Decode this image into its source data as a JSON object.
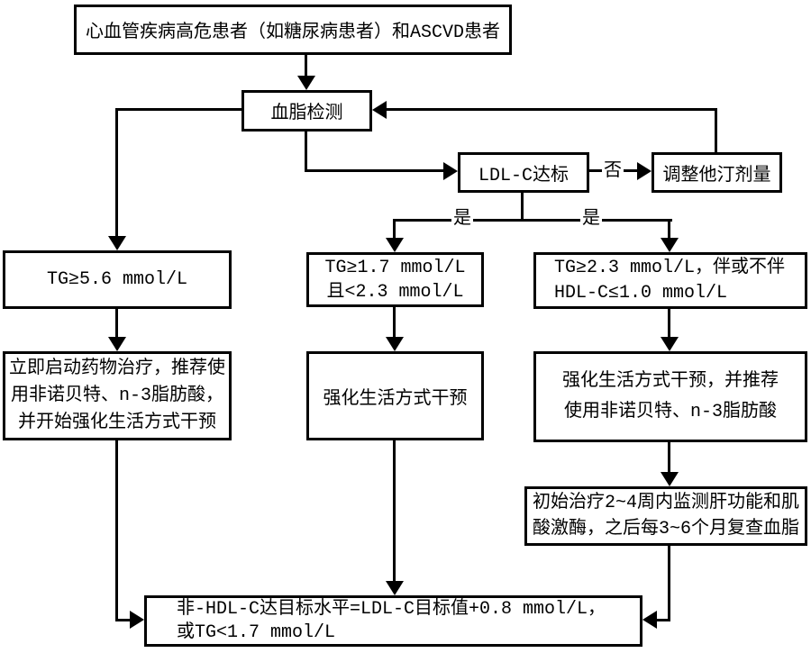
{
  "flowchart": {
    "nodes": {
      "high_risk": "心血管疾病高危患者（如糖尿病患者）和ASCVD患者",
      "lipid_test": "血脂检测",
      "ldl_c_target": "LDL-C达标",
      "adjust_statin": "调整他汀剂量",
      "tg_ge_5_6": "TG≥5.6 mmol/L",
      "tg_1_7_to_2_3": [
        "TG≥1.7 mmol/L",
        "且<2.3 mmol/L"
      ],
      "tg_ge_2_3": [
        "TG≥2.3 mmol/L，伴或不伴",
        "HDL-C≤1.0 mmol/L"
      ],
      "start_drug_therapy": [
        "立即启动药物治疗，推荐使",
        "用非诺贝特、n-3脂肪酸，",
        "并开始强化生活方式干预"
      ],
      "lifestyle_intervention": "强化生活方式干预",
      "lifestyle_plus_drug": [
        "强化生活方式干预，并推荐",
        "使用非诺贝特、n-3脂肪酸"
      ],
      "monitoring": [
        "初始治疗2~4周内监测肝功能和肌",
        "酸激酶，之后每3~6个月复查血脂"
      ],
      "non_hdl_goal": [
        "非-HDL-C达目标水平=LDL-C目标值+0.8 mmol/L，",
        "或TG<1.7 mmol/L"
      ]
    },
    "edge_labels": {
      "no": "否",
      "yes_left": "是",
      "yes_right": "是"
    },
    "colors": {
      "line": "#000000",
      "box_bg": "#ffffff",
      "text": "#000000"
    }
  }
}
